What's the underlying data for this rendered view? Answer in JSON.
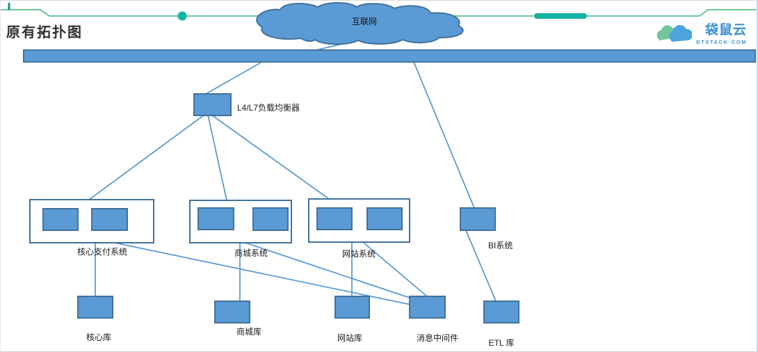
{
  "page": {
    "title": "原有拓扑图"
  },
  "brand": {
    "name": "袋鼠云",
    "domain": "DTSTACK·COM"
  },
  "colors": {
    "node_fill": "#5B9BD5",
    "node_border": "#41719C",
    "connector": "#5B9BD5",
    "header_line_green": "#3cb878",
    "header_accent_teal": "#17b3a3",
    "brand_blue": "#3a8fd9"
  },
  "diagram": {
    "internet_label": "互联网",
    "load_balancer_label": "L4/L7负载均衡器",
    "bi_label": "BI系统",
    "groups": [
      {
        "id": "core-payment-system",
        "label": "核心支付系统",
        "server_count": 2
      },
      {
        "id": "mall-system",
        "label": "商城系统",
        "server_count": 2
      },
      {
        "id": "website-system",
        "label": "网站系统",
        "server_count": 2
      }
    ],
    "databases": [
      {
        "id": "core-db",
        "label": "核心库"
      },
      {
        "id": "mall-db",
        "label": "商城库"
      },
      {
        "id": "website-db",
        "label": "网站库"
      },
      {
        "id": "message-middleware",
        "label": "消息中间件"
      },
      {
        "id": "etl-db",
        "label": "ETL 库"
      }
    ],
    "edges": [
      {
        "from": "internet",
        "to": "backbone"
      },
      {
        "from": "backbone",
        "to": "load-balancer"
      },
      {
        "from": "load-balancer",
        "to": "core-payment-system"
      },
      {
        "from": "load-balancer",
        "to": "mall-system"
      },
      {
        "from": "load-balancer",
        "to": "website-system"
      },
      {
        "from": "backbone",
        "to": "bi-system"
      },
      {
        "from": "bi-system",
        "to": "etl-db"
      },
      {
        "from": "core-payment-system",
        "to": "core-db"
      },
      {
        "from": "mall-system",
        "to": "mall-db"
      },
      {
        "from": "website-system",
        "to": "website-db"
      },
      {
        "from": "core-payment-system",
        "to": "message-middleware"
      },
      {
        "from": "mall-system",
        "to": "message-middleware"
      },
      {
        "from": "website-system",
        "to": "message-middleware"
      }
    ]
  }
}
